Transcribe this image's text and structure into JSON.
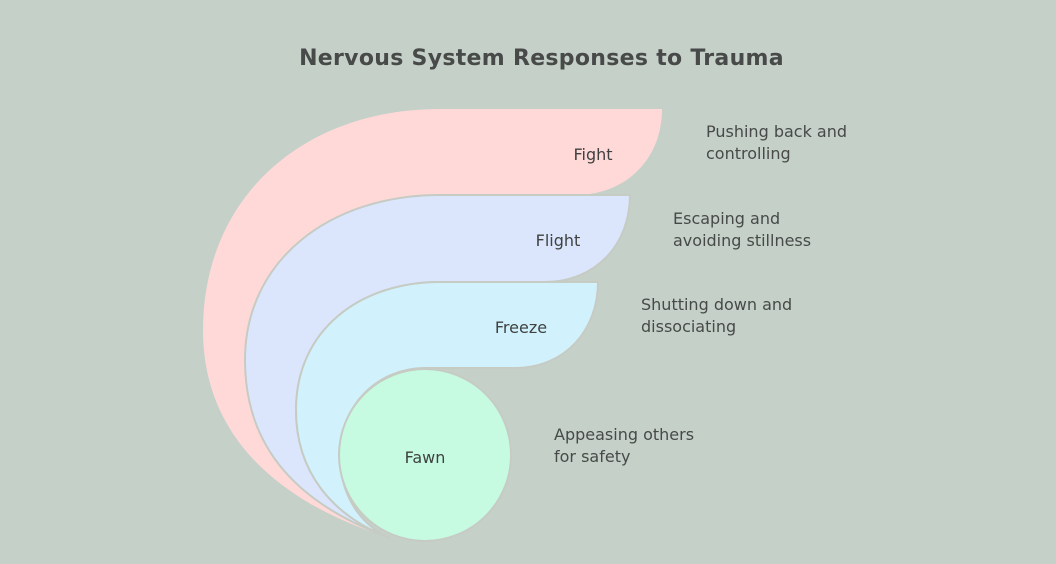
{
  "title": "Nervous System Responses to Trauma",
  "colors": {
    "background": "#c5d0c8",
    "fight": "#ffd9d8",
    "flight": "#dbe6fd",
    "freeze": "#d1f2fc",
    "fawn": "#c6fbe2",
    "outline": "#c6cbc4",
    "text": "#474a48"
  },
  "responses": [
    {
      "name": "Fight",
      "description": [
        "Pushing back and",
        "controlling"
      ]
    },
    {
      "name": "Flight",
      "description": [
        "Escaping and",
        "avoiding stillness"
      ]
    },
    {
      "name": "Freeze",
      "description": [
        "Shutting down and",
        "dissociating"
      ]
    },
    {
      "name": "Fawn",
      "description": [
        "Appeasing others",
        "for safety"
      ]
    }
  ]
}
